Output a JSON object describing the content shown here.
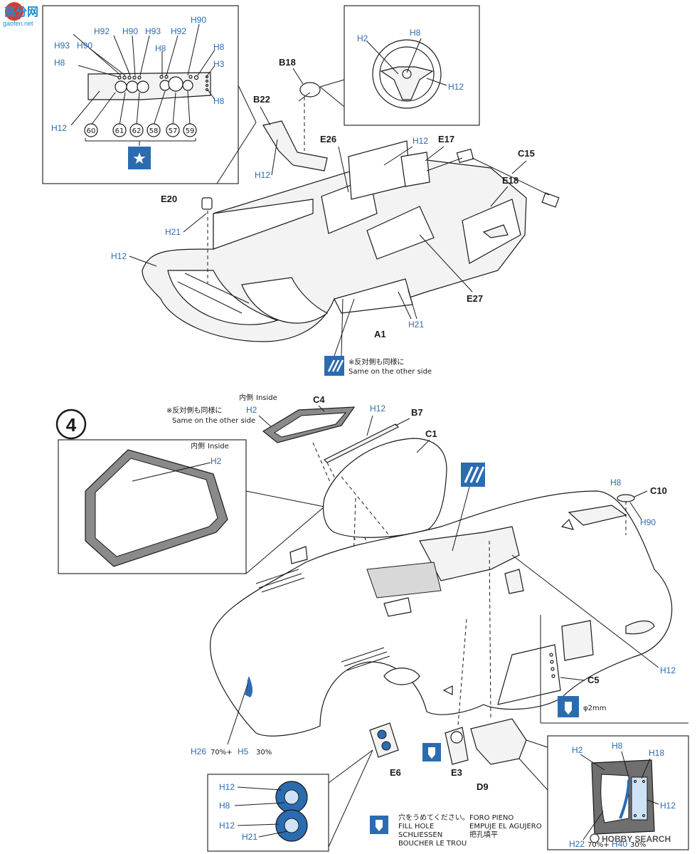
{
  "watermark_site": "高分网",
  "watermark_site_sub": "gaofen.net",
  "watermark_bottom": "HOBBY SEARCH",
  "step_number": "4",
  "star_symbol": "★",
  "accent_blue": "#2b6cb0",
  "light_blue": "#cfe3f7",
  "top": {
    "codes": {
      "h92a": "H92",
      "h90a": "H90",
      "h93a": "H93",
      "h92b": "H92",
      "h90b": "H90",
      "h93b": "H93",
      "h90c": "H90",
      "h8a": "H8",
      "h8b": "H8",
      "h3": "H3",
      "h8c": "H8",
      "h8d": "H8",
      "h12a": "H12",
      "h2a": "H2",
      "h8e": "H8",
      "h12b": "H12",
      "h12c": "H12",
      "h12d": "H12",
      "h21a": "H21",
      "h12e": "H12",
      "h21b": "H21"
    },
    "gauges": [
      "60",
      "61",
      "62",
      "58",
      "57",
      "59"
    ],
    "parts": {
      "b18": "B18",
      "b22": "B22",
      "e26": "E26",
      "e17": "E17",
      "c15": "C15",
      "e18": "E18",
      "e20": "E20",
      "e27": "E27",
      "a1": "A1"
    },
    "note_jp": "※反対側も同様に",
    "note_en": "Same on the other side"
  },
  "bottom": {
    "inside_jp": "内側",
    "inside_en": "Inside",
    "note_jp": "※反対側も同様に",
    "note_en": "Same on the other side",
    "codes": {
      "h2a": "H2",
      "h12a": "H12",
      "h2b": "H2",
      "h8a": "H8",
      "h90": "H90",
      "h12b": "H12",
      "h26": "H26",
      "h5": "H5",
      "h12c": "H12",
      "h8b": "H8",
      "h12d": "H12",
      "h21": "H21",
      "h2c": "H2",
      "h8c": "H8",
      "h18": "H18",
      "h12e": "H12",
      "h22": "H22",
      "h40": "H40"
    },
    "mix1_a": "70%+",
    "mix1_b": "30%",
    "mix2_a": "70%+",
    "mix2_b": "30%",
    "parts": {
      "c4": "C4",
      "b7": "B7",
      "c1": "C1",
      "c10": "C10",
      "c5": "C5",
      "e6": "E6",
      "e3": "E3",
      "d9": "D9"
    },
    "drill": "φ2mm",
    "fill_hole": {
      "jp": "穴をうめてください。",
      "en": "FILL HOLE",
      "de": "SCHLIESSEN",
      "fr": "BOUCHER LE TROU",
      "es_it_1": "FORO PIENO",
      "es_it_2": "EMPUJE EL AGUJERO",
      "cn": "把孔填平"
    }
  }
}
